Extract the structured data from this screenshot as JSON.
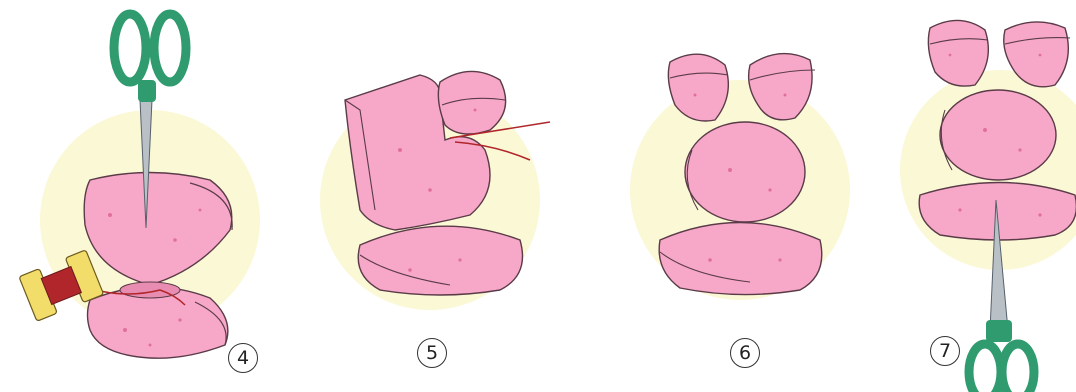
{
  "steps": [
    {
      "number": "4",
      "tools": [
        "scissors",
        "thread-spool"
      ]
    },
    {
      "number": "5",
      "tools": [
        "thread"
      ]
    },
    {
      "number": "6",
      "tools": []
    },
    {
      "number": "7",
      "tools": [
        "scissors"
      ]
    }
  ],
  "colors": {
    "sponge": "#f7a8c8",
    "sponge_dark": "#e07aa2",
    "outline": "#5a3b48",
    "glow": "#fbf8d2",
    "scissors_handle": "#2f9b6e",
    "spool": "#f2dc6a",
    "thread": "#b0262a"
  }
}
